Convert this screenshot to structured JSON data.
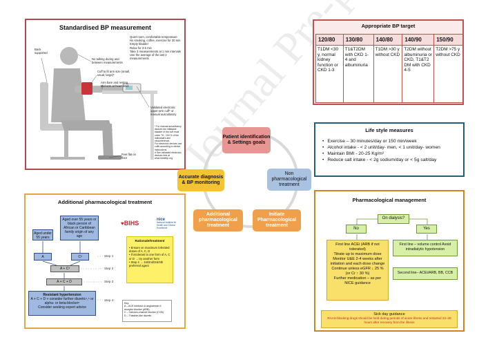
{
  "watermark": "Journal Pre-proof",
  "cycle": {
    "nodes": [
      {
        "label": "Patient identification & Settings goals",
        "color": "#e79693"
      },
      {
        "label": "Non pharmacological treatment",
        "color": "#a9c2e2"
      },
      {
        "label": "Initiate Pharmacological treatment",
        "color": "#f0a04a"
      },
      {
        "label": "Additional pharmacological treatment",
        "color": "#f0a04a"
      },
      {
        "label": "Accurate diagnosis & BP monitoring",
        "color": "#f3c431"
      }
    ]
  },
  "bp_measurement": {
    "title": "Standardised BP measurement",
    "labels": [
      "Back supported",
      "No talking during and between measurements",
      "Cuff to fit arm size (small, usual, large)*",
      "Arm bare and resting, Mid-arm at heart level",
      "Validated electronic upper-arm cuff* or manual auscultatory",
      "Feet flat on floor"
    ],
    "instructions": [
      "Quiet room, comfortable temperature",
      "No smoking, coffee, exercise for 30 min",
      "Empty bladder",
      "Relax for 3-5 min",
      "Take 3 measurements at 1 min intervals",
      "Use the average of the last 2 measurements"
    ],
    "footnotes": [
      "* For manual auscultatory devices the inflatable bladder of the cuff must cover 75 - 100 % of the individual's arm circumference.",
      "For electronic devices use cuffs according to device instructions.",
      "# See validated electronic devices lists at www.stridebp.org"
    ]
  },
  "bp_target": {
    "title": "Appropriate BP target",
    "headers": [
      "120/80",
      "130/80",
      "140/80",
      "140/90",
      "150/90"
    ],
    "cells": [
      "T1DM <30 y, normal kidney function or CKD 1-3",
      "T1&T2DM with CKD 1- 4 and albuminuria",
      "T1DM >30 y without CKD",
      "T2DM without albuminuria or CKD, T1&T2 DM with CKD 4-5",
      "T2DM >75 y without CKD"
    ]
  },
  "lifestyle": {
    "title": "Life style measures",
    "items": [
      "Exercise – 30 minutes/day or 150 min/week",
      "Alcohol intake - < 2 unit/day- men, < 1 unit/day- women",
      "Maintain BMI - 20-25 Kg/m²",
      "Reduce salt intake - < 2g sodium/day or < 5g salt/day"
    ]
  },
  "additional_pharm": {
    "title": "Additional pharmacological treatment",
    "aged_under": "Aged under 55 years",
    "aged_over": "Aged over 55 years or black person of African or Caribbean family origin of any age",
    "box_a": "A",
    "box_c": "C²",
    "box_ac": "A + C³",
    "box_acd": "A + C + D",
    "resistant": "Resistant hypertension",
    "resistant_line": "A + C + D + consider further diuretic⁴,⁵ or alpha- or beta-blocker⁶",
    "expert": "Consider seeking expert advice",
    "steps": [
      "Step 1",
      "Step 2",
      "Step 3",
      "Step 4"
    ],
    "bihs": "BIHS",
    "nice": "National Institute for Health and Clinical Excellence",
    "rationale_title": "Rationale/treatment",
    "rationale_items": [
      "Ensure on maximum tolerated doses of A, C, D",
      "If intolerant to one form of A, C or D → try another form",
      "Step 4 → 1st/2nd/3rd/4th preferred agent"
    ],
    "key_lines": [
      "Key:",
      "A – ACE inhibitor or angiotensin II receptor blocker (ARB)",
      "C – Calcium-channel blocker (CCB)",
      "D – Thiazide-like diuretic"
    ]
  },
  "pharm_mgmt": {
    "title": "Pharmacological management",
    "dialysis_q": "On dialysis?",
    "no": "No",
    "yes": "Yes",
    "left_lines": [
      "First line ACEi (ARB if not tolerated)",
      "Titrate up to maximum dose",
      "Monitor U&E 2-4 weeks after initiation and each dose change",
      "Continue unless eGFR ↓ 25 % (or Cr ↑ 30 %)",
      "Further medication – as per NICE guidance"
    ],
    "right_first": "First line – volume control Avoid intradialytic hypotension",
    "right_second": "Second line– ACEi/ARB, BB, CCB",
    "sick_title": "Sick day guidance",
    "sick_text": "RAAS-blocking drugs should be held during periods of acute illness and restarted 24–48 hours after recovery from the illness"
  }
}
